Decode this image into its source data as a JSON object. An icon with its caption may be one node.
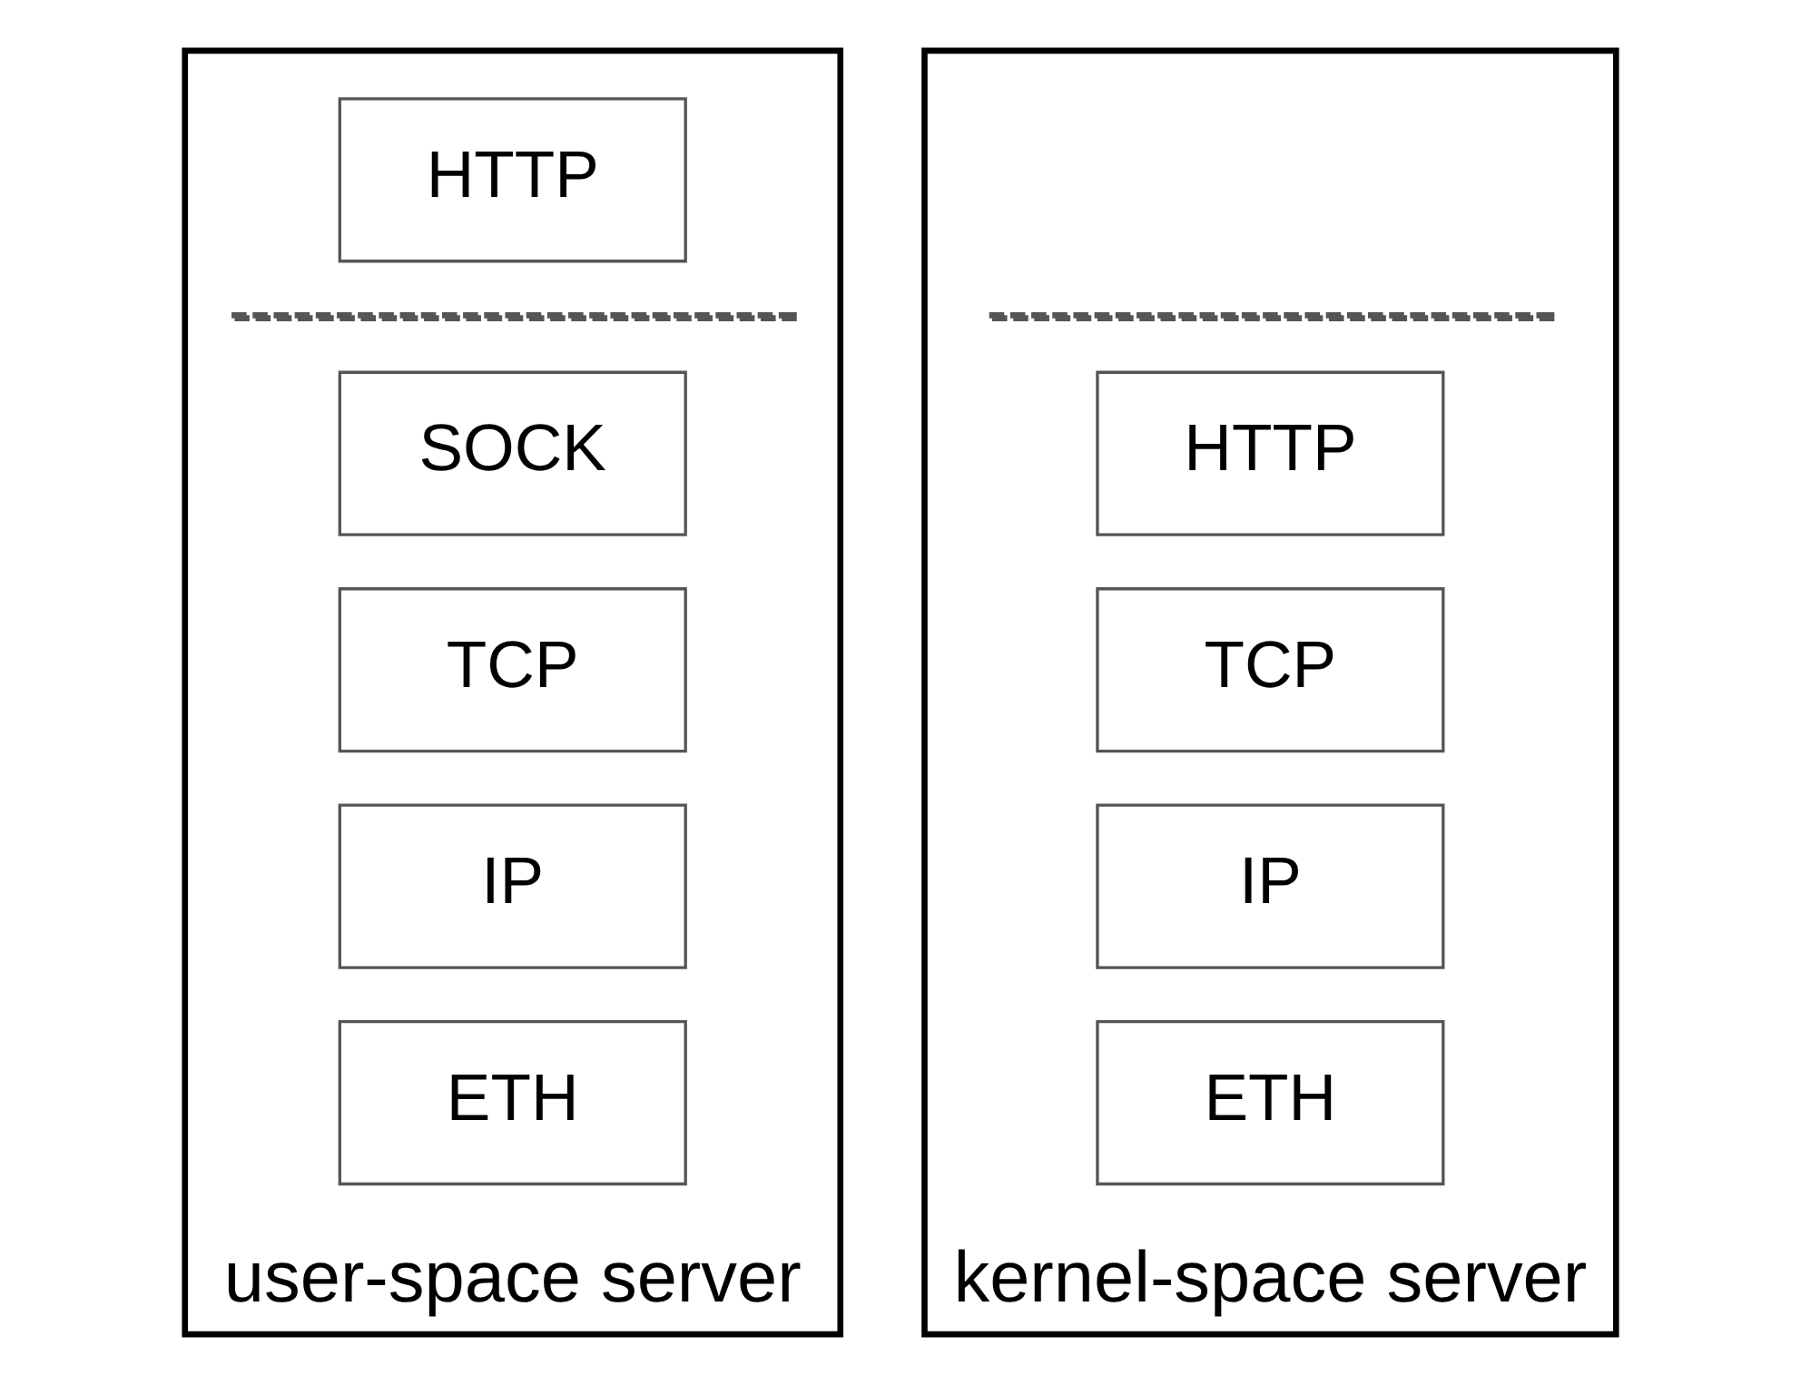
{
  "diagram": {
    "nodes": [
      {
        "text": [
          "user-space server"
        ]
      },
      {
        "text": [
          "HTTP"
        ],
        "in": 0
      },
      {
        "text": [
          "SOCK"
        ],
        "in": 0
      },
      {
        "text": [
          "TCP"
        ],
        "in": 0
      },
      {
        "text": [
          "IP"
        ],
        "in": 0
      },
      {
        "text": [
          "ETH"
        ],
        "in": 0
      },
      {
        "text": [
          "kernel-space server"
        ]
      },
      {
        "text": [
          "HTTP"
        ],
        "in": 6
      },
      {
        "text": [
          "TCP"
        ],
        "in": 6
      },
      {
        "text": [
          "IP"
        ],
        "in": 6
      },
      {
        "text": [
          "ETH"
        ],
        "in": 6
      }
    ]
  }
}
